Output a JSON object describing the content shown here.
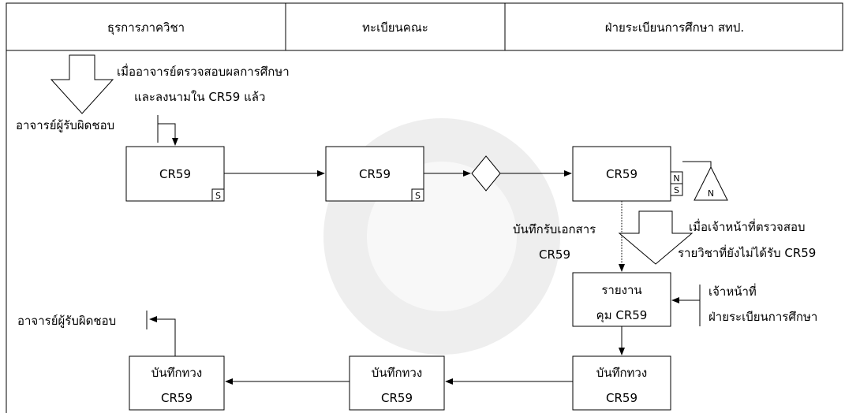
{
  "header": {
    "lanes": [
      "ธุรการภาควิชา",
      "ทะเบียนคณะ",
      "ฝ่ายระเบียนการศึกษา สทป."
    ]
  },
  "notes": {
    "start_line1": "เมื่ออาจารย์ตรวจสอบผลการศึกษา",
    "start_line2": "และลงนามใน CR59 แล้ว",
    "instructor_top": "อาจารย์ผู้รับผิดชอบ",
    "received_line1": "บันทึกรับเอกสาร",
    "received_line2": "CR59",
    "check_line1": "เมื่อเจ้าหน้าที่ตรวจสอบ",
    "check_line2": "รายวิชาที่ยังไม่ได้รับ CR59",
    "officer_line1": "เจ้าหน้าที่",
    "officer_line2": "ฝ่ายระเบียนการศึกษา",
    "instructor_bottom": "อาจารย์ผู้รับผิดชอบ"
  },
  "boxes": {
    "cr59_dept": "CR59",
    "cr59_faculty": "CR59",
    "cr59_registry": "CR59",
    "report_line1": "รายงาน",
    "report_line2": "คุม CR59",
    "remind_line1": "บันทึกทวง",
    "remind_line2": "CR59"
  },
  "markers": {
    "s": "S",
    "n": "N"
  }
}
